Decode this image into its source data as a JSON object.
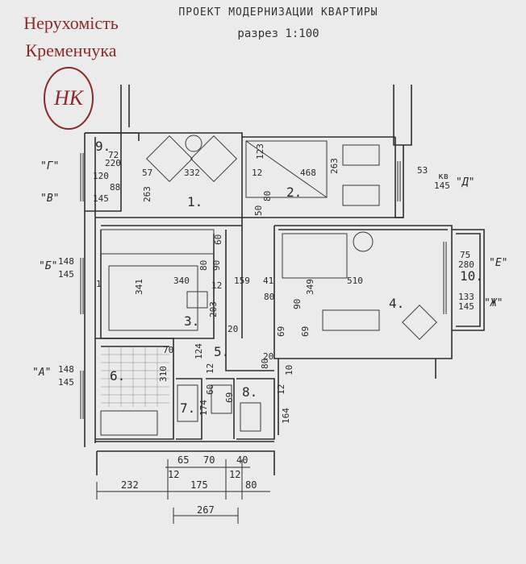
{
  "watermark": {
    "line1": "Нерухомість",
    "line2": "Кременчука",
    "seal_letters": "НК"
  },
  "header": {
    "title": "ПРОЕКТ МОДЕРНИЗАЦИИ КВАРТИРЫ",
    "scale": "разрез 1:100"
  },
  "rooms": [
    {
      "number": "1.",
      "label": "room-1"
    },
    {
      "number": "2.",
      "label": "room-2"
    },
    {
      "number": "3.",
      "label": "room-3"
    },
    {
      "number": "4.",
      "label": "room-4"
    },
    {
      "number": "5.",
      "label": "room-5"
    },
    {
      "number": "6.",
      "label": "room-6"
    },
    {
      "number": "7.",
      "label": "room-7"
    },
    {
      "number": "8.",
      "label": "room-8"
    },
    {
      "number": "9.",
      "label": "room-9"
    },
    {
      "number": "10.",
      "label": "room-10"
    }
  ],
  "window_marks": [
    "\"Г\"",
    "\"В\"",
    "\"Б\"",
    "\"А\"",
    "\"Д\"",
    "\"Е\"",
    "\"Ж\""
  ],
  "window_sizes": {
    "g": [
      "120"
    ],
    "v": [
      "145"
    ],
    "b": [
      "148",
      "145"
    ],
    "a": [
      "148",
      "145"
    ],
    "kv_d": [
      "кв",
      "145"
    ],
    "e": [
      "75",
      "280"
    ],
    "zh": [
      "133",
      "145"
    ]
  },
  "dims": {
    "d332": "332",
    "d468": "468",
    "d263a": "263",
    "d263b": "263",
    "d123": "123",
    "d57": "57",
    "d12a": "12",
    "d80a": "80",
    "d50": "50",
    "d53": "53",
    "d72": "72",
    "d220": "220",
    "d88": "88",
    "d341": "341",
    "d340": "340",
    "d159": "159",
    "d203": "203",
    "d80b": "80",
    "d90a": "90",
    "d60": "60",
    "d12b": "12",
    "d41": "41",
    "d349": "349",
    "d510": "510",
    "d80c": "80",
    "d90b": "90",
    "d69a": "69",
    "d69b": "69",
    "d20a": "20",
    "d70": "70",
    "d124": "124",
    "d12c": "12",
    "d20b": "20",
    "d310": "310",
    "d174": "174",
    "d60b": "60",
    "d69c": "69",
    "d164": "164",
    "d12d": "12",
    "d10": "10",
    "d80d": "80",
    "d1": "1"
  },
  "bottom_dims": {
    "d65": "65",
    "d70": "70",
    "d40": "40",
    "d12a": "12",
    "d12b": "12",
    "d232": "232",
    "d175": "175",
    "d80": "80",
    "d267": "267"
  }
}
